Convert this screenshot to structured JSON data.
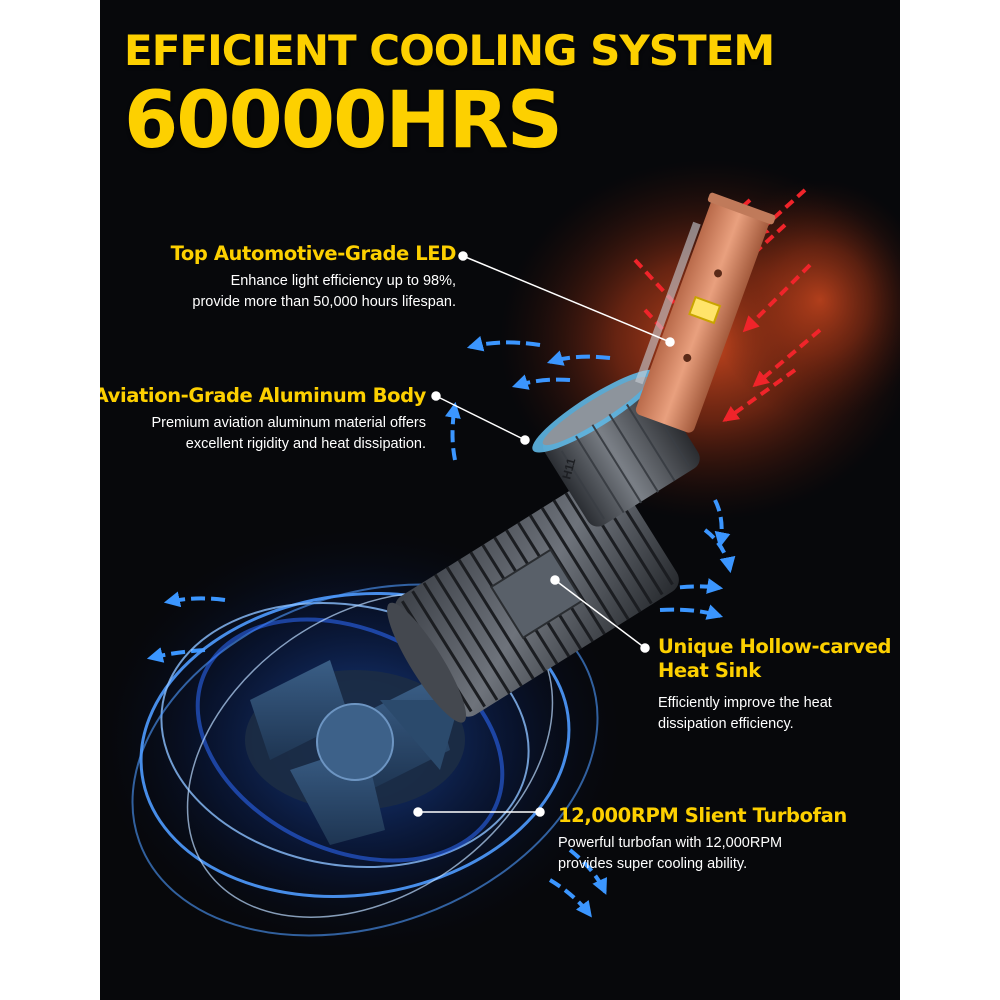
{
  "headline": {
    "line1": "EFFICIENT COOLING SYSTEM",
    "line2": "60000HRS"
  },
  "callouts": [
    {
      "title": "Top Automotive-Grade LED",
      "desc": [
        "Enhance light efficiency up to 98%,",
        "provide more than 50,000 hours lifespan."
      ]
    },
    {
      "title": "Aviation-Grade Aluminum Body",
      "desc": [
        "Premium aviation aluminum material offers",
        "excellent rigidity and heat dissipation."
      ]
    },
    {
      "title": [
        "Unique Hollow-carved",
        "Heat Sink"
      ],
      "desc": [
        "Efficiently improve the heat",
        "dissipation efficiency."
      ]
    },
    {
      "title": "12,000RPM Slient Turbofan",
      "desc": [
        "Powerful turbofan with 12,000RPM",
        "provides super cooling ability."
      ]
    }
  ],
  "base_marking": "H11",
  "colors": {
    "background": "#07080b",
    "headline": "#fdd000",
    "callout_title": "#fdd000",
    "callout_text": "#ffffff",
    "heat_glow": "#c8461e",
    "hot_arrow": "#e8161e",
    "cool_arrow": "#2f8df0",
    "fan_glow": "#1f66ff"
  },
  "icons": [
    "hot-air-arrow-icon",
    "cool-air-arrow-icon"
  ]
}
